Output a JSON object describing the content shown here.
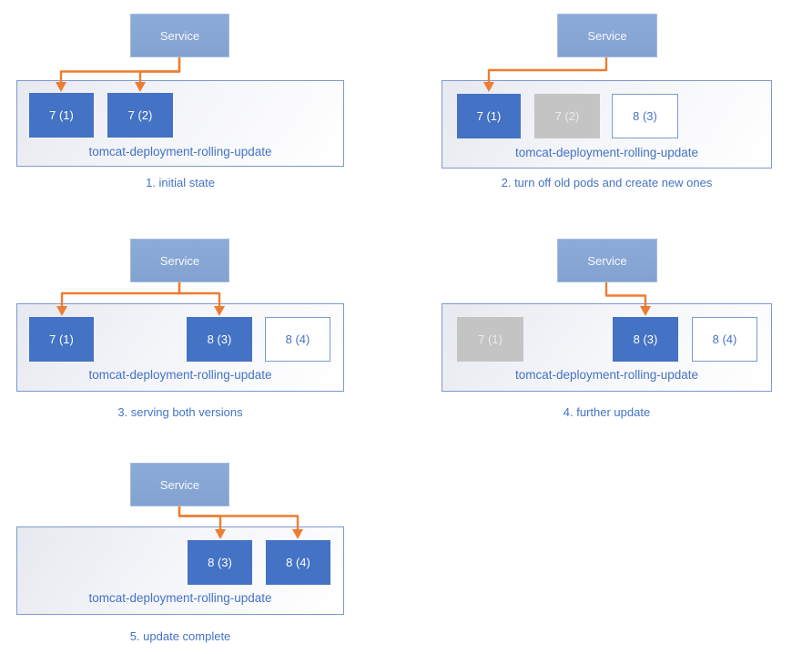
{
  "service_label": "Service",
  "deployment_label": "tomcat-deployment-rolling-update",
  "colors": {
    "service_fill": "#86A5D3",
    "pod_active_fill": "#4472C4",
    "pod_terminated_fill": "#C4C4C4",
    "pod_new_border": "#7D9AD0",
    "pod_new_text": "#4472C4",
    "arrow": "#ED7D31",
    "label_text": "#4472C4",
    "container_border": "#7E99CC"
  },
  "panels": [
    {
      "caption": "1. initial state",
      "pods": [
        {
          "label": "7 (1)",
          "state": "active"
        },
        {
          "label": "7 (2)",
          "state": "active"
        }
      ]
    },
    {
      "caption": "2. turn off old pods and create new ones",
      "pods": [
        {
          "label": "7 (1)",
          "state": "active"
        },
        {
          "label": "7 (2)",
          "state": "terminated"
        },
        {
          "label": "8 (3)",
          "state": "new"
        }
      ]
    },
    {
      "caption": "3. serving both versions",
      "pods": [
        {
          "label": "7 (1)",
          "state": "active"
        },
        {
          "label": "8 (3)",
          "state": "active"
        },
        {
          "label": "8 (4)",
          "state": "new"
        }
      ]
    },
    {
      "caption": "4. further update",
      "pods": [
        {
          "label": "7 (1)",
          "state": "terminated"
        },
        {
          "label": "8 (3)",
          "state": "active"
        },
        {
          "label": "8 (4)",
          "state": "new"
        }
      ]
    },
    {
      "caption": "5. update complete",
      "pods": [
        {
          "label": "8 (3)",
          "state": "active"
        },
        {
          "label": "8 (4)",
          "state": "active"
        }
      ]
    }
  ]
}
